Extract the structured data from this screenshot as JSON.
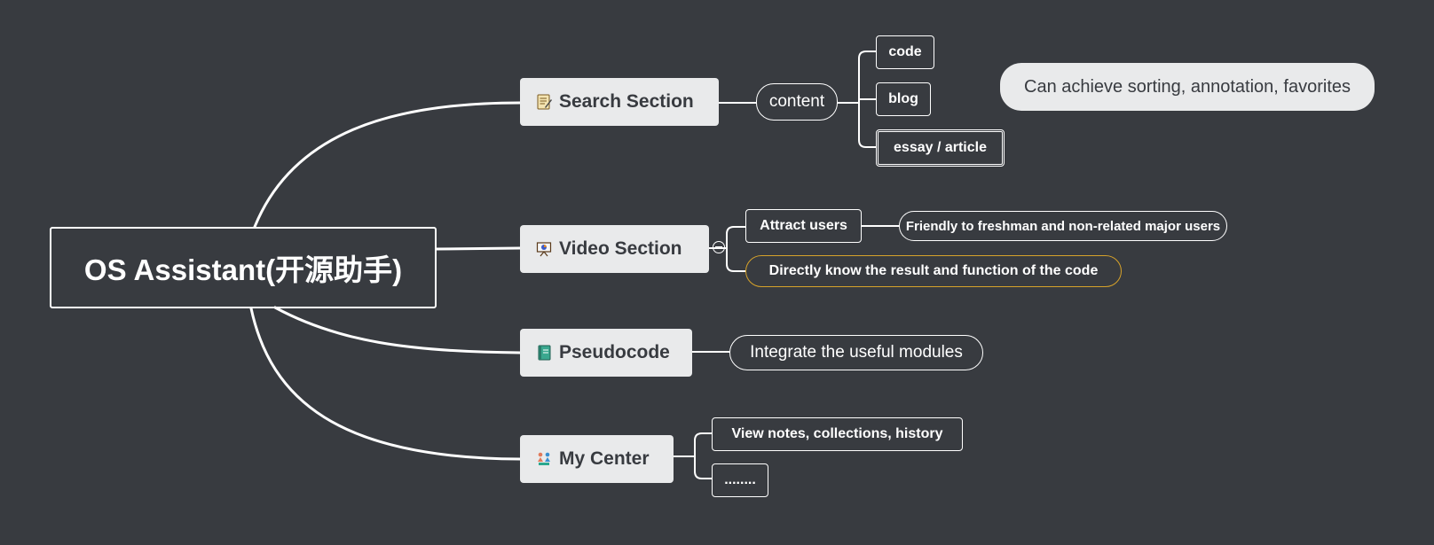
{
  "root": {
    "label": "OS Assistant(开源助手)"
  },
  "branches": {
    "search": {
      "label": "Search Section",
      "icon": "memo-icon",
      "content": {
        "label": "content",
        "items": [
          "code",
          "blog",
          "essay / article"
        ],
        "note": "Can achieve sorting, annotation, favorites"
      }
    },
    "video": {
      "label": "Video Section",
      "icon": "presentation-board-icon",
      "attract": {
        "label": "Attract users",
        "detail": "Friendly to freshman and non-related major users"
      },
      "direct": {
        "label": "Directly know the result and function of the code"
      }
    },
    "pseudocode": {
      "label": "Pseudocode",
      "icon": "notebook-icon",
      "detail": "Integrate the useful modules"
    },
    "center": {
      "label": "My Center",
      "icon": "people-icon",
      "items": [
        "View notes, collections, history",
        "........"
      ]
    }
  },
  "colors": {
    "background": "#383b40",
    "line": "#ffffff",
    "branch_fill": "#e9eaeb",
    "branch_text": "#383b40",
    "highlight_border": "#d6a22a"
  }
}
